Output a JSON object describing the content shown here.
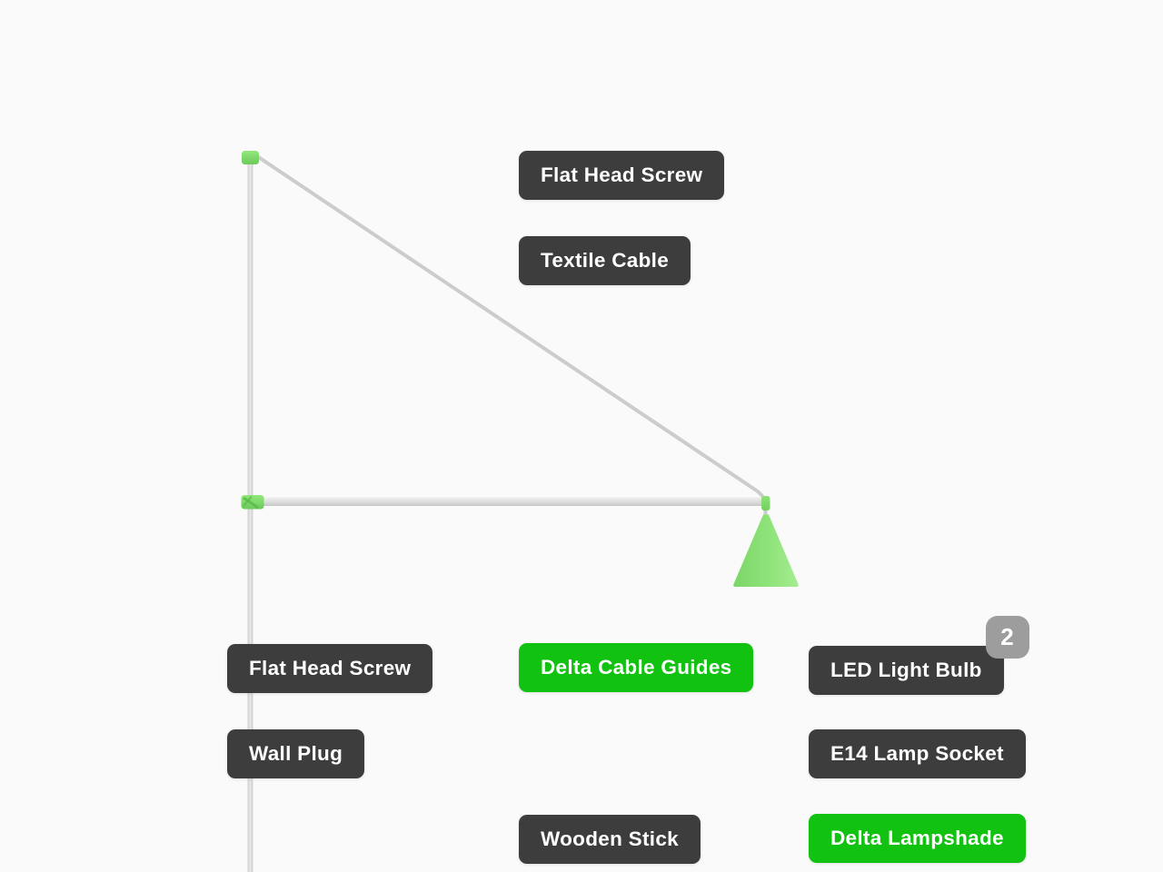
{
  "colors": {
    "background": "#fafafa",
    "label_dark_bg": "#3d3d3d",
    "label_green_bg": "#11c211",
    "label_text": "#ffffff",
    "badge_bg": "#9d9d9d",
    "badge_text": "#ffffff",
    "cable_gray": "#cccccc",
    "stick_gray": "#d8d8d8",
    "part_green_light": "#8ae275",
    "part_green_dark": "#68ca55"
  },
  "labels": [
    {
      "id": "flat-head-screw-top",
      "text": "Flat Head Screw",
      "style": "dark"
    },
    {
      "id": "textile-cable",
      "text": "Textile Cable",
      "style": "dark"
    },
    {
      "id": "flat-head-screw-2",
      "text": "Flat Head Screw",
      "style": "dark"
    },
    {
      "id": "wall-plug",
      "text": "Wall Plug",
      "style": "dark"
    },
    {
      "id": "delta-cable-guides",
      "text": "Delta Cable Guides",
      "style": "green"
    },
    {
      "id": "led-light-bulb",
      "text": "LED Light Bulb",
      "style": "dark"
    },
    {
      "id": "e14-lamp-socket",
      "text": "E14 Lamp Socket",
      "style": "dark"
    },
    {
      "id": "delta-lampshade",
      "text": "Delta Lampshade",
      "style": "green"
    },
    {
      "id": "wooden-stick",
      "text": "Wooden Stick",
      "style": "dark"
    }
  ],
  "badge": {
    "count": "2"
  }
}
